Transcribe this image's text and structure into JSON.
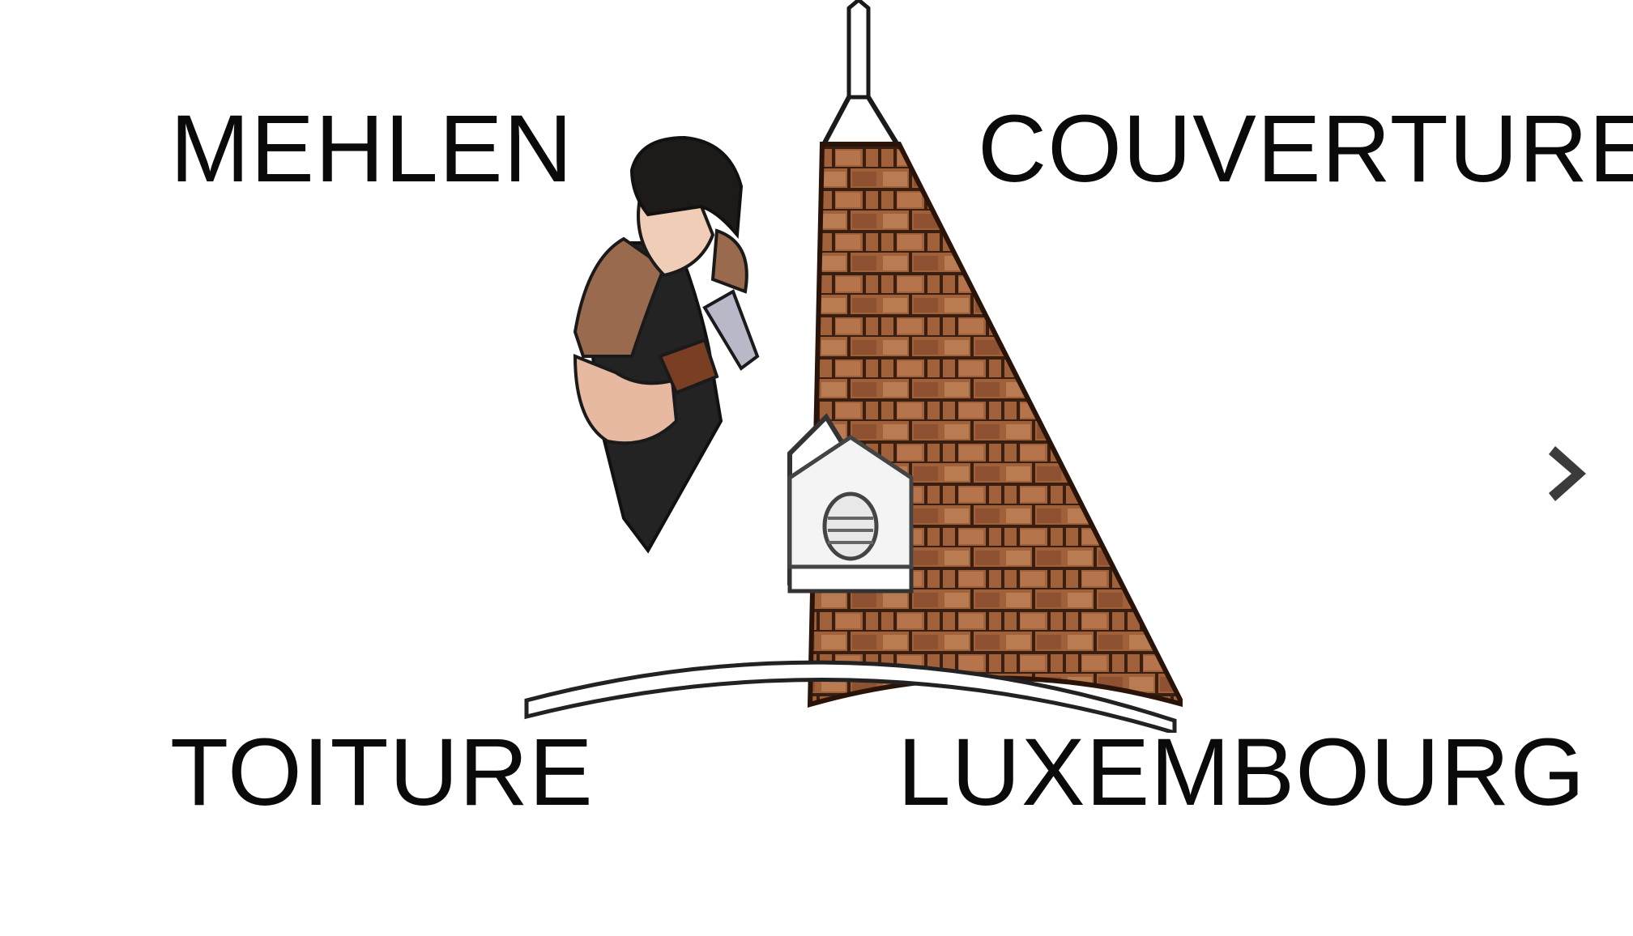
{
  "logo": {
    "top_left": "MEHLEN",
    "top_right": "COUVERTURE",
    "bottom_left": "TOITURE",
    "bottom_right": "LUXEMBOURG"
  },
  "icons": {
    "next": "chevron-right-icon",
    "illustration": "roofer-illustration"
  },
  "colors": {
    "text": "#0a0a0a",
    "tile": "#a0603a",
    "tile_light": "#b97b52",
    "tile_line": "#3a1e10",
    "skin": "#e6b9a0",
    "shirt": "#9a6a4e",
    "hair": "#1e1a18",
    "overall": "#232323",
    "gutter": "#c9c9c9",
    "arrow": "#3b3b3b"
  }
}
